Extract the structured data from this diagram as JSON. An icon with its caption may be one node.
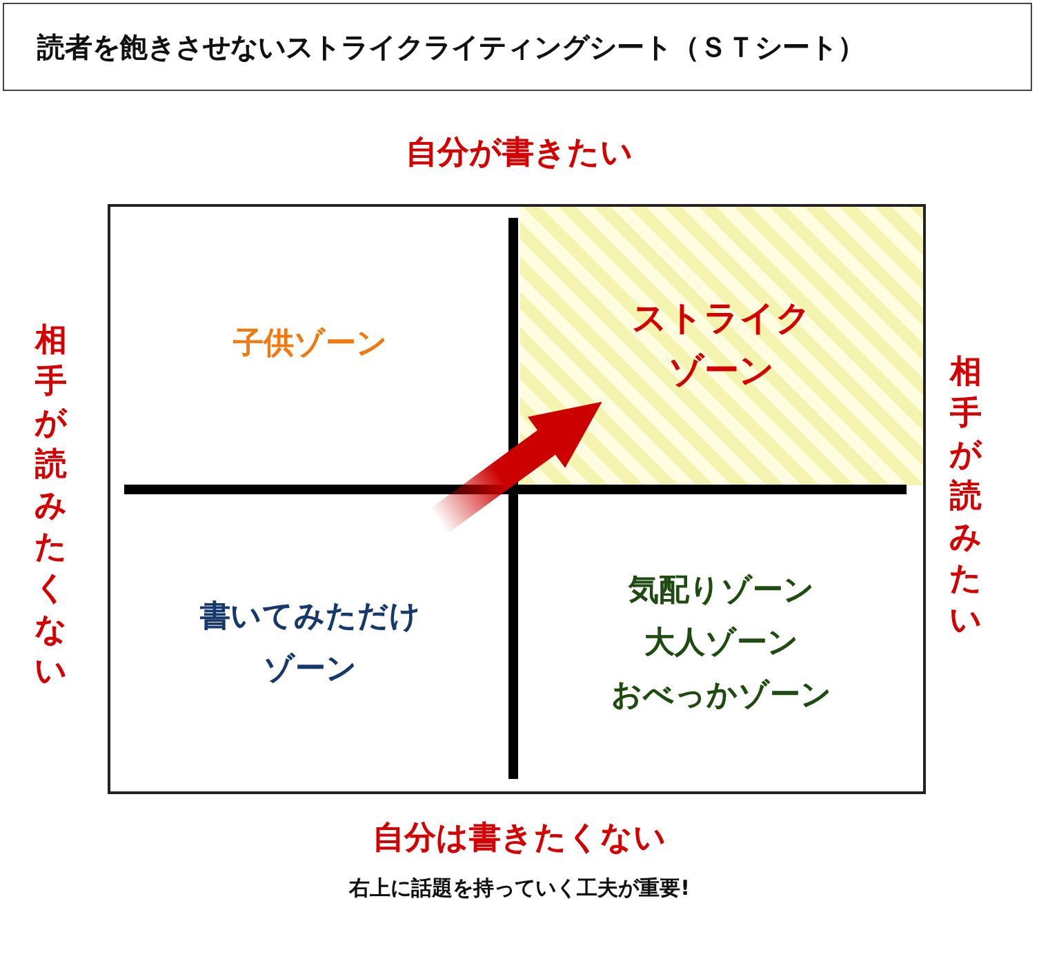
{
  "diagram": {
    "title": "読者を飽きさせないストライクライティングシート（ＳＴシート）",
    "nodes": [
      {
        "text": [
          "子供ゾーン"
        ]
      },
      {
        "text": [
          "ストライクゾーン"
        ]
      },
      {
        "text": [
          "書いてみただけゾーン"
        ]
      },
      {
        "text": [
          "気配りゾーン",
          "大人ゾーン",
          "おべっかゾーン"
        ]
      }
    ],
    "edges": [
      {
        "from": 2,
        "to": 1,
        "arrow": "to",
        "style": "thick",
        "color": "#cc0000"
      }
    ],
    "labels": [
      "自分が書きたい",
      "相手が読みたくない",
      "相手が読みたい",
      "自分は書きたくない",
      "右上に話題を持っていく工夫が重要!"
    ]
  }
}
